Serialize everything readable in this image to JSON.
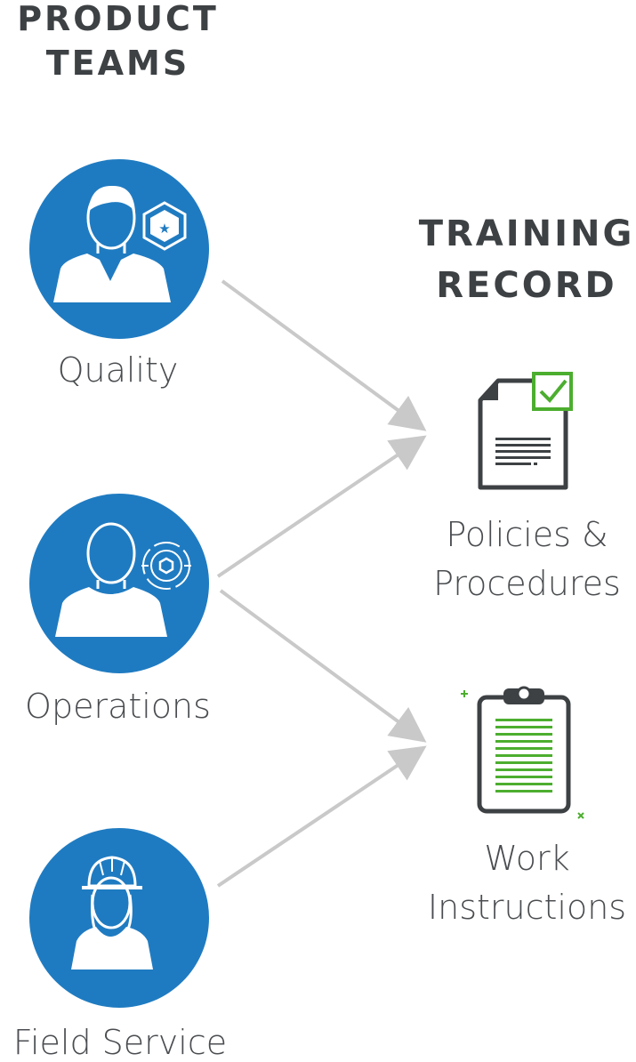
{
  "left_heading": {
    "line1": "PRODUCT",
    "line2": "TEAMS"
  },
  "right_heading": {
    "line1": "TRAINING",
    "line2": "RECORD"
  },
  "teams": [
    {
      "label": "Quality",
      "icon": "person-star-badge-icon"
    },
    {
      "label": "Operations",
      "icon": "person-gear-icon"
    },
    {
      "label": "Field Service",
      "icon": "person-hardhat-icon"
    }
  ],
  "documents": [
    {
      "line1": "Policies &",
      "line2": "Procedures",
      "icon": "document-checkmark-icon"
    },
    {
      "line1": "Work",
      "line2": "Instructions",
      "icon": "clipboard-icon"
    }
  ],
  "colors": {
    "circle": "#1f7bc1",
    "arrow": "#c9c9c9",
    "accent_green": "#4cae2f",
    "icon_dark": "#3d4144"
  }
}
